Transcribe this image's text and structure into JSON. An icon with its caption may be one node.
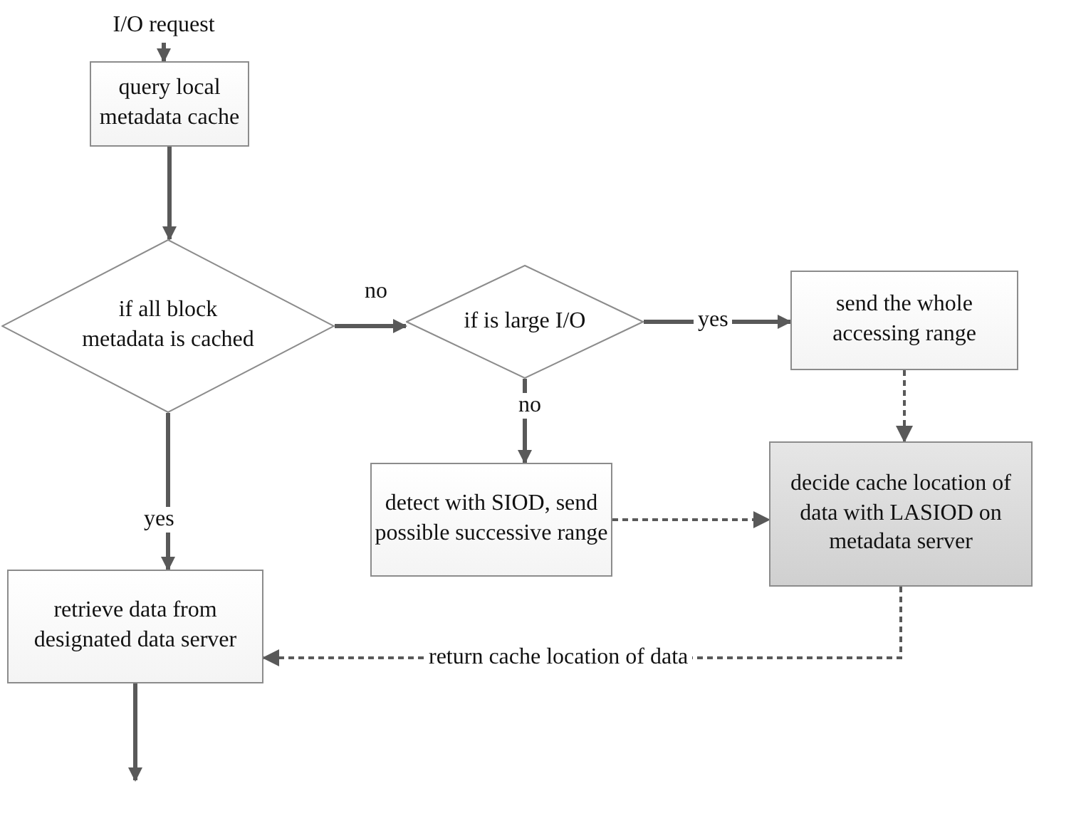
{
  "diagram": {
    "nodes": [
      {
        "text": [
          "I/O request"
        ]
      },
      {
        "text": [
          "query local metadata cache"
        ]
      },
      {
        "text": [
          "if all block metadata is cached"
        ]
      },
      {
        "text": [
          "if is large I/O"
        ]
      },
      {
        "text": [
          "send the whole accessing range"
        ]
      },
      {
        "text": [
          "detect with SIOD, send possible successive range"
        ]
      },
      {
        "text": [
          "decide cache location of data with LASIOD on metadata server"
        ]
      },
      {
        "text": [
          "retrieve data from designated data server"
        ]
      }
    ],
    "edges": [
      {
        "from": 0,
        "to": 1,
        "arrow": "to"
      },
      {
        "from": 1,
        "to": 2,
        "arrow": "to"
      },
      {
        "from": 2,
        "to": 3,
        "arrow": "to",
        "label": "no"
      },
      {
        "from": 3,
        "to": 4,
        "arrow": "to",
        "label": "yes"
      },
      {
        "from": 3,
        "to": 5,
        "arrow": "to",
        "label": "no"
      },
      {
        "from": 4,
        "to": 6,
        "arrow": "to",
        "style": "dashed"
      },
      {
        "from": 5,
        "to": 6,
        "arrow": "to",
        "style": "dashed"
      },
      {
        "from": 2,
        "to": 7,
        "arrow": "to",
        "label": "yes"
      },
      {
        "from": 6,
        "to": 7,
        "arrow": "to",
        "style": "dashed",
        "label": "return cache location of data"
      },
      {
        "from": 7,
        "to": null,
        "arrow": "to"
      }
    ]
  }
}
